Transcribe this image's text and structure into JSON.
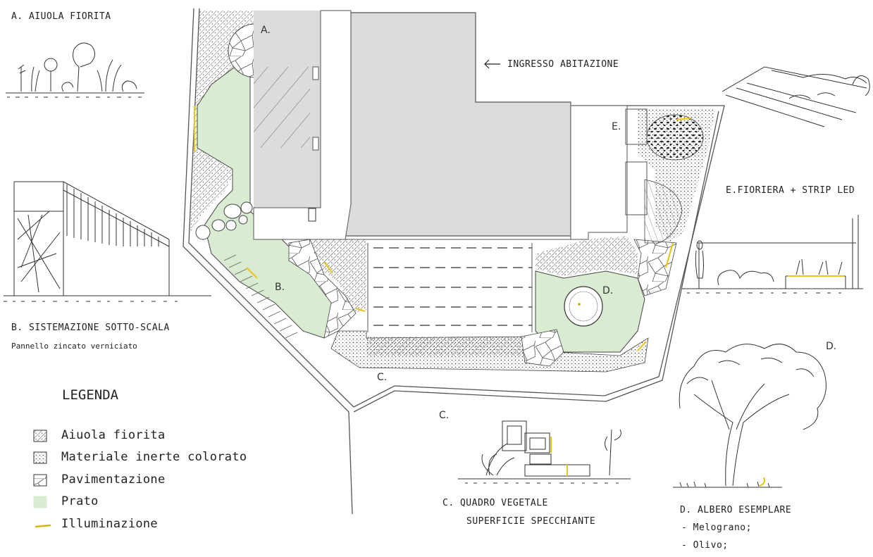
{
  "labels": {
    "a_title": "A. AIUOLA FIORITA",
    "b_title": "B. SISTEMAZIONE SOTTO-SCALA",
    "b_sub": "Pannello zincato verniciato",
    "ingresso": "INGRESSO ABITAZIONE",
    "e_title": "E.FIORIERA + STRIP LED",
    "c_title_1": "C. QUADRO VEGETALE",
    "c_title_2": "SUPERFICIE SPECCHIANTE",
    "d_title": "D. ALBERO ESEMPLARE",
    "d_item_1": "- Melograno;",
    "d_item_2": "- Olivo;"
  },
  "plan_markers": {
    "a": "A.",
    "b": "B.",
    "c": "C.",
    "d": "D.",
    "e": "E.",
    "c_detail": "C.",
    "d_detail": "D."
  },
  "legend": {
    "title": "LEGENDA",
    "items": [
      {
        "label": "Aiuola fiorita"
      },
      {
        "label": "Materiale inerte colorato"
      },
      {
        "label": "Pavimentazione"
      },
      {
        "label": "Prato"
      },
      {
        "label": "Illuminazione"
      }
    ]
  },
  "colors": {
    "lawn": "#d9ebd0",
    "building": "#dcdcdc",
    "light": "#e8c820",
    "ink": "#333333"
  }
}
